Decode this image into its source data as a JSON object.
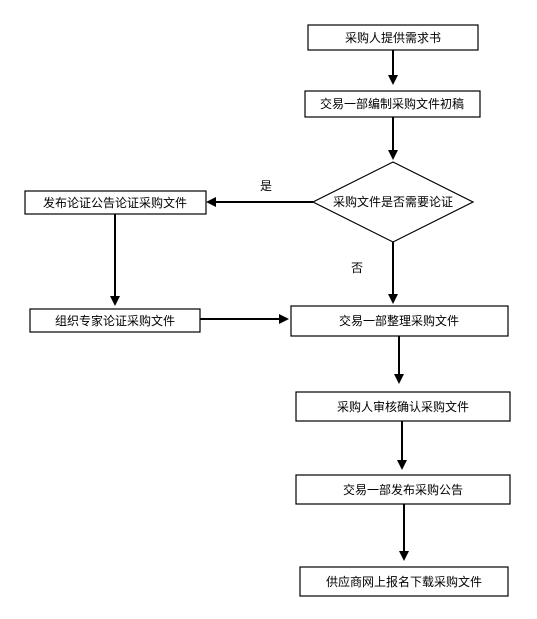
{
  "diagram": {
    "nodes": {
      "start": "采购人提供需求书",
      "draft": "交易一部编制采购文件初稿",
      "decision": "采购文件是否需要论证",
      "publish_review": "发布论证公告论证采购文件",
      "expert_review": "组织专家论证采购文件",
      "organize": "交易一部整理采购文件",
      "confirm": "采购人审核确认采购文件",
      "announce": "交易一部发布采购公告",
      "download": "供应商网上报名下载采购文件"
    },
    "edge_labels": {
      "yes": "是",
      "no": "否"
    },
    "colors": {
      "line": "#000000",
      "box_fill": "#ffffff"
    }
  }
}
